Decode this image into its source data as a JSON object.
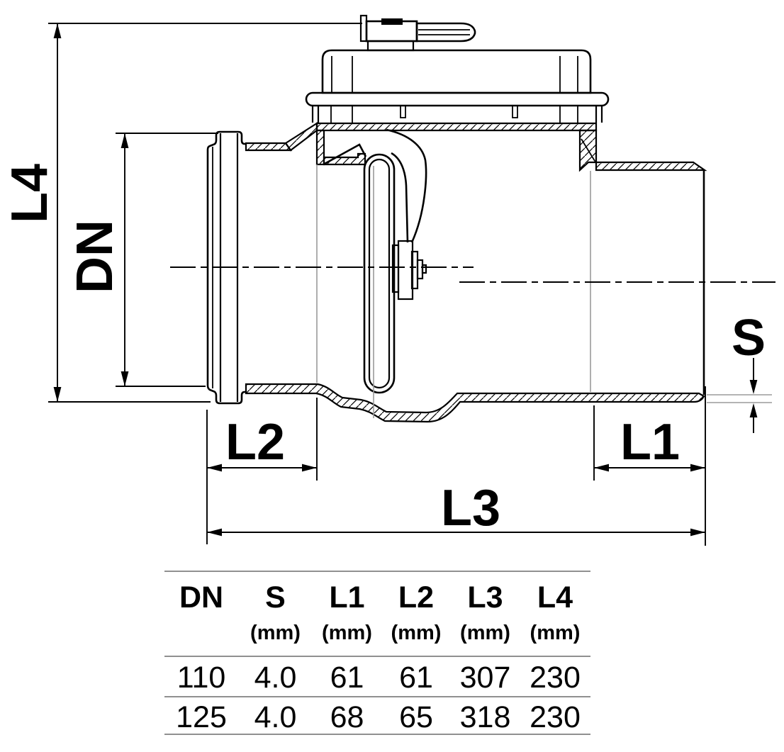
{
  "diagram": {
    "type": "technical-drawing",
    "subject": "backwater valve cross-section",
    "dimension_labels": {
      "l4": "L4",
      "dn": "DN",
      "s": "S",
      "l2": "L2",
      "l1": "L1",
      "l3": "L3"
    },
    "colors": {
      "line": "#000000",
      "projection_line": "#999999",
      "table_line": "#909090",
      "background": "#ffffff"
    }
  },
  "table": {
    "columns": [
      {
        "label": "DN",
        "unit": ""
      },
      {
        "label": "S",
        "unit": "(mm)"
      },
      {
        "label": "L1",
        "unit": "(mm)"
      },
      {
        "label": "L2",
        "unit": "(mm)"
      },
      {
        "label": "L3",
        "unit": "(mm)"
      },
      {
        "label": "L4",
        "unit": "(mm)"
      }
    ],
    "rows": [
      [
        "110",
        "4.0",
        "61",
        "61",
        "307",
        "230"
      ],
      [
        "125",
        "4.0",
        "68",
        "65",
        "318",
        "230"
      ]
    ]
  }
}
